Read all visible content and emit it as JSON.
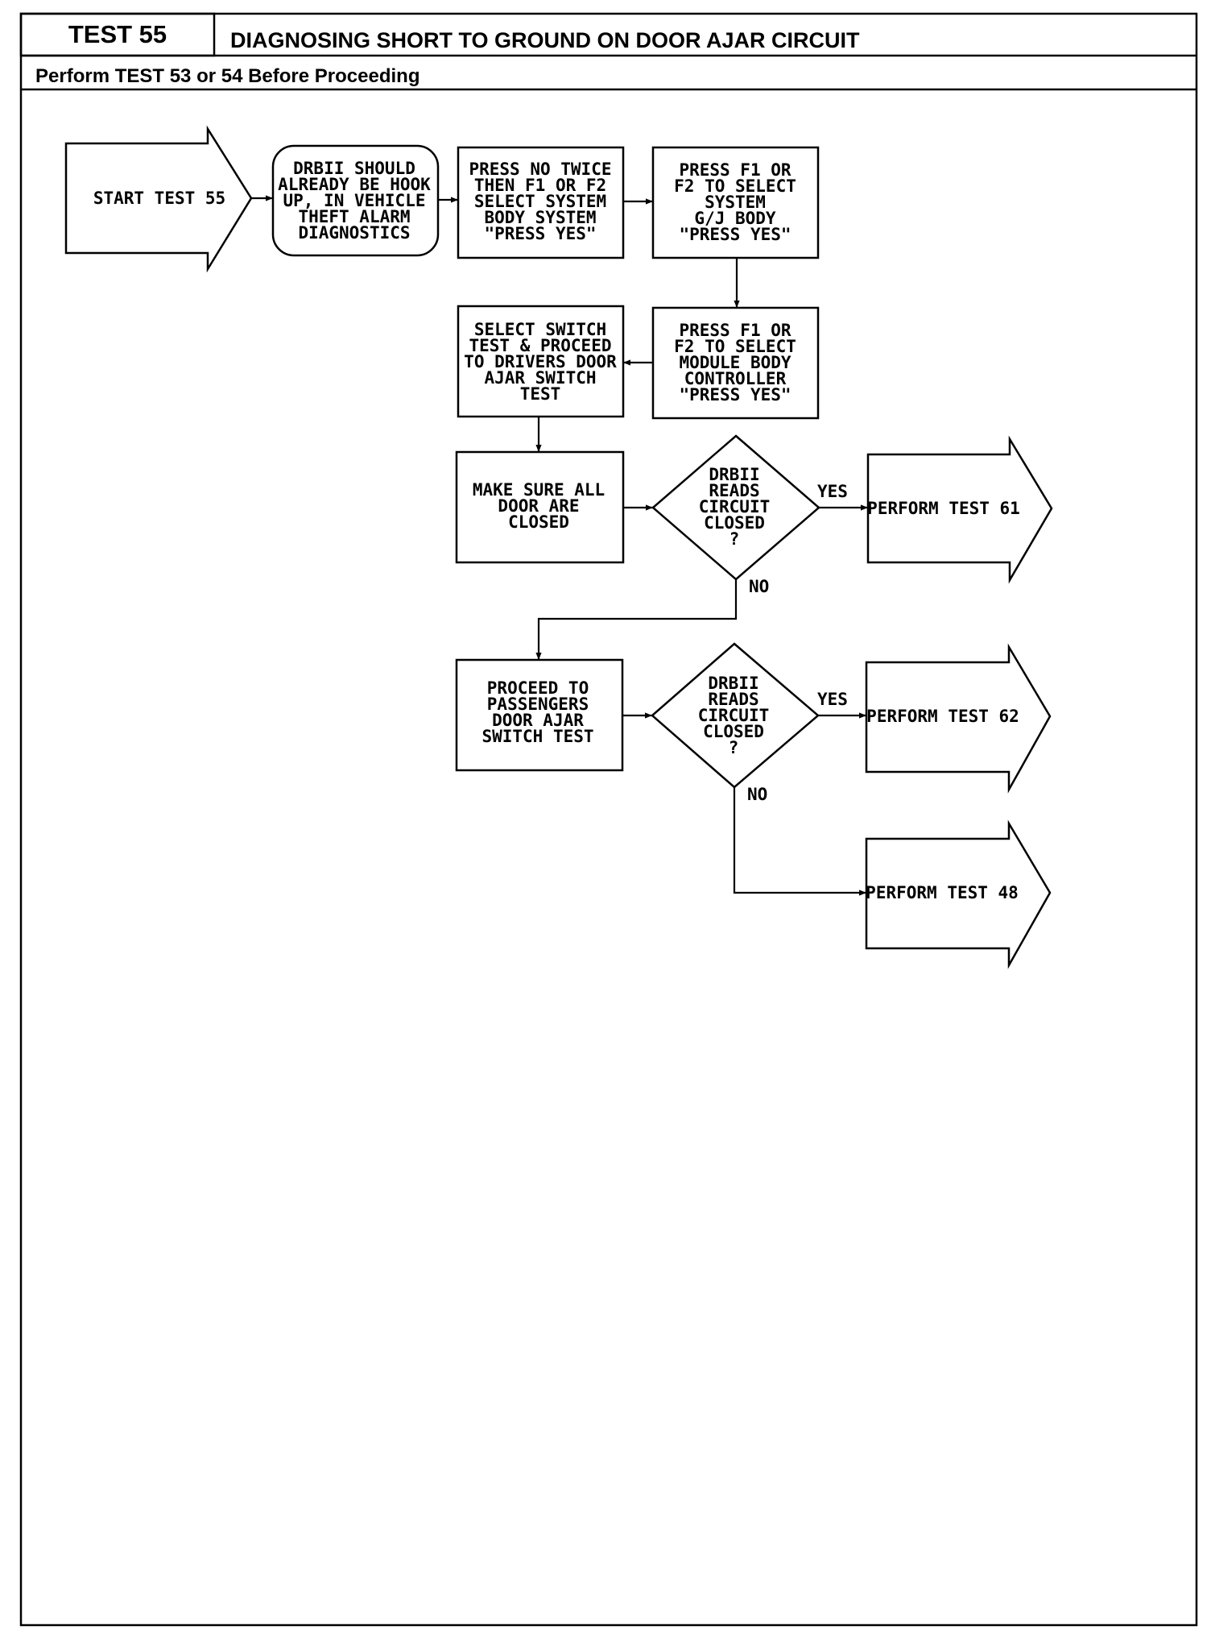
{
  "header": {
    "test_label": "TEST 55",
    "title": "DIAGNOSING SHORT TO GROUND ON DOOR AJAR CIRCUIT",
    "prerequisite": "Perform TEST 53 or 54 Before Proceeding"
  },
  "flowchart": {
    "start": [
      "START TEST 55"
    ],
    "step_connect": [
      "DRBII SHOULD",
      "ALREADY BE HOOK",
      "UP, IN VEHICLE",
      "THEFT ALARM",
      "DIAGNOSTICS"
    ],
    "step_press_no": [
      "PRESS NO TWICE",
      "THEN F1 OR F2",
      "SELECT SYSTEM",
      "BODY SYSTEM",
      "\"PRESS YES\""
    ],
    "step_select_system": [
      "PRESS F1 OR",
      "F2 TO SELECT",
      "SYSTEM",
      "G/J BODY",
      "\"PRESS YES\""
    ],
    "step_select_module": [
      "PRESS F1 OR",
      "F2 TO SELECT",
      "MODULE BODY",
      "CONTROLLER",
      "\"PRESS YES\""
    ],
    "step_switch_test": [
      "SELECT SWITCH",
      "TEST & PROCEED",
      "TO DRIVERS DOOR",
      "AJAR SWITCH",
      "TEST"
    ],
    "step_doors_closed": [
      "MAKE SURE ALL",
      "DOOR ARE",
      "CLOSED"
    ],
    "decision_1": [
      "DRBII",
      "READS",
      "CIRCUIT",
      "CLOSED",
      "?"
    ],
    "decision_1_yes": "YES",
    "decision_1_no": "NO",
    "result_test_61": [
      "PERFORM TEST 61"
    ],
    "step_passenger": [
      "PROCEED TO",
      "PASSENGERS",
      "DOOR AJAR",
      "SWITCH TEST"
    ],
    "decision_2": [
      "DRBII",
      "READS",
      "CIRCUIT",
      "CLOSED",
      "?"
    ],
    "decision_2_yes": "YES",
    "decision_2_no": "NO",
    "result_test_62": [
      "PERFORM TEST 62"
    ],
    "result_test_48": [
      "PERFORM TEST 48"
    ]
  }
}
